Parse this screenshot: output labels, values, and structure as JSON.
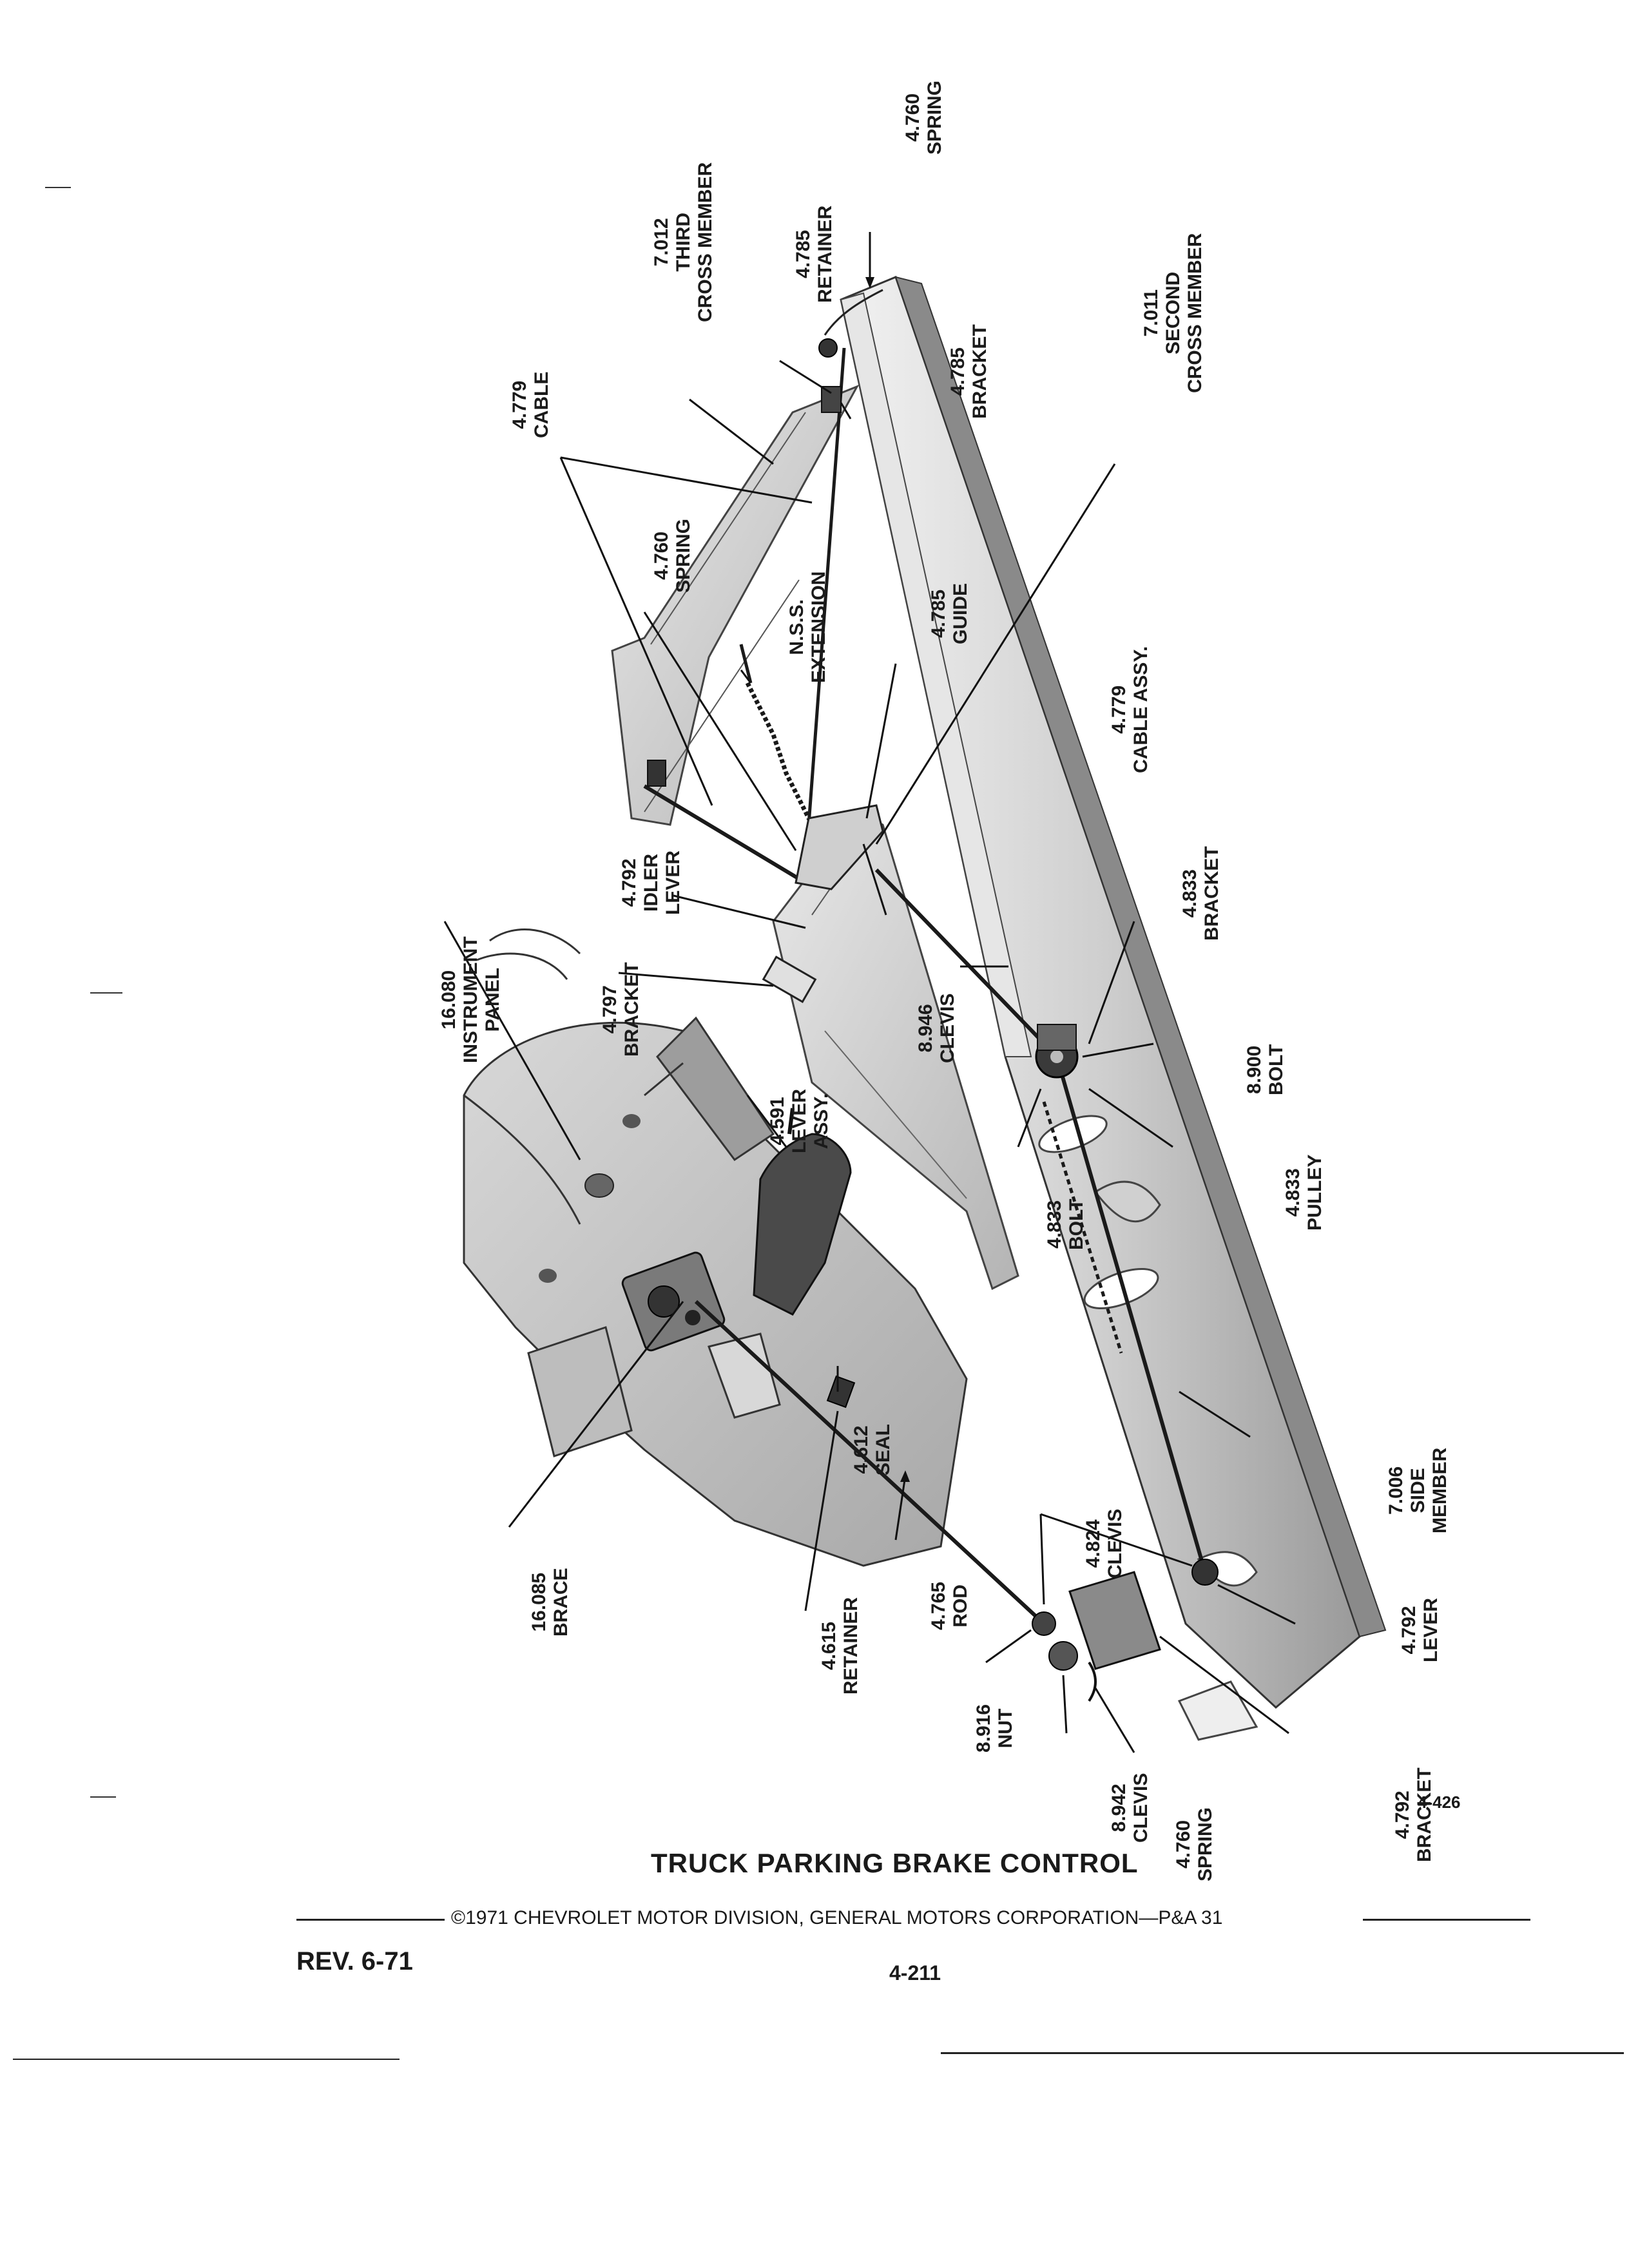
{
  "diagram": {
    "figure_number": "4-426",
    "callouts": [
      {
        "id": "spring-top",
        "lines": [
          "4.760",
          "SPRING"
        ]
      },
      {
        "id": "retainer-top",
        "lines": [
          "4.785",
          "RETAINER"
        ]
      },
      {
        "id": "bracket-top",
        "lines": [
          "4.785",
          "BRACKET"
        ]
      },
      {
        "id": "third-cross-member",
        "lines": [
          "7.012",
          "THIRD",
          "CROSS MEMBER"
        ]
      },
      {
        "id": "cable-top",
        "lines": [
          "4.779",
          "CABLE"
        ]
      },
      {
        "id": "second-cross-member",
        "lines": [
          "7.011",
          "SECOND",
          "CROSS MEMBER"
        ]
      },
      {
        "id": "spring-mid",
        "lines": [
          "4.760",
          "SPRING"
        ]
      },
      {
        "id": "nss-extension",
        "lines": [
          "N.S.S.",
          "EXTENSION"
        ]
      },
      {
        "id": "guide",
        "lines": [
          "4.785",
          "GUIDE"
        ]
      },
      {
        "id": "cable-assy",
        "lines": [
          "4.779",
          "CABLE ASSY."
        ]
      },
      {
        "id": "bracket-4833",
        "lines": [
          "4.833",
          "BRACKET"
        ]
      },
      {
        "id": "instrument-panel",
        "lines": [
          "16.080",
          "INSTRUMENT",
          "PANEL"
        ]
      },
      {
        "id": "idler-lever",
        "lines": [
          "4.792",
          "IDLER",
          "LEVER"
        ]
      },
      {
        "id": "bracket-4797",
        "lines": [
          "4.797",
          "BRACKET"
        ]
      },
      {
        "id": "clevis-8946",
        "lines": [
          "8.946",
          "CLEVIS"
        ]
      },
      {
        "id": "lever-assy",
        "lines": [
          "4.591",
          "LEVER",
          "ASSY."
        ]
      },
      {
        "id": "bolt-8900",
        "lines": [
          "8.900",
          "BOLT"
        ]
      },
      {
        "id": "bolt-4833",
        "lines": [
          "4.833",
          "BOLT"
        ]
      },
      {
        "id": "pulley",
        "lines": [
          "4.833",
          "PULLEY"
        ]
      },
      {
        "id": "side-member",
        "lines": [
          "7.006",
          "SIDE",
          "MEMBER"
        ]
      },
      {
        "id": "seal",
        "lines": [
          "4.612",
          "SEAL"
        ]
      },
      {
        "id": "clevis-4824",
        "lines": [
          "4.824",
          "CLEVIS"
        ]
      },
      {
        "id": "brace",
        "lines": [
          "16.085",
          "BRACE"
        ]
      },
      {
        "id": "retainer-bottom",
        "lines": [
          "4.615",
          "RETAINER"
        ]
      },
      {
        "id": "rod",
        "lines": [
          "4.765",
          "ROD"
        ]
      },
      {
        "id": "nut",
        "lines": [
          "8.916",
          "NUT"
        ]
      },
      {
        "id": "lever-4792",
        "lines": [
          "4.792",
          "LEVER"
        ]
      },
      {
        "id": "clevis-8942",
        "lines": [
          "8.942",
          "CLEVIS"
        ]
      },
      {
        "id": "spring-bottom",
        "lines": [
          "4.760",
          "SPRING"
        ]
      },
      {
        "id": "bracket-4792",
        "lines": [
          "4.792",
          "BRACKET"
        ]
      }
    ]
  },
  "footer": {
    "title": "TRUCK PARKING BRAKE CONTROL",
    "copyright": "©1971 CHEVROLET MOTOR DIVISION, GENERAL MOTORS CORPORATION—P&A 31",
    "revision": "REV. 6-71",
    "page_number": "4-211"
  }
}
